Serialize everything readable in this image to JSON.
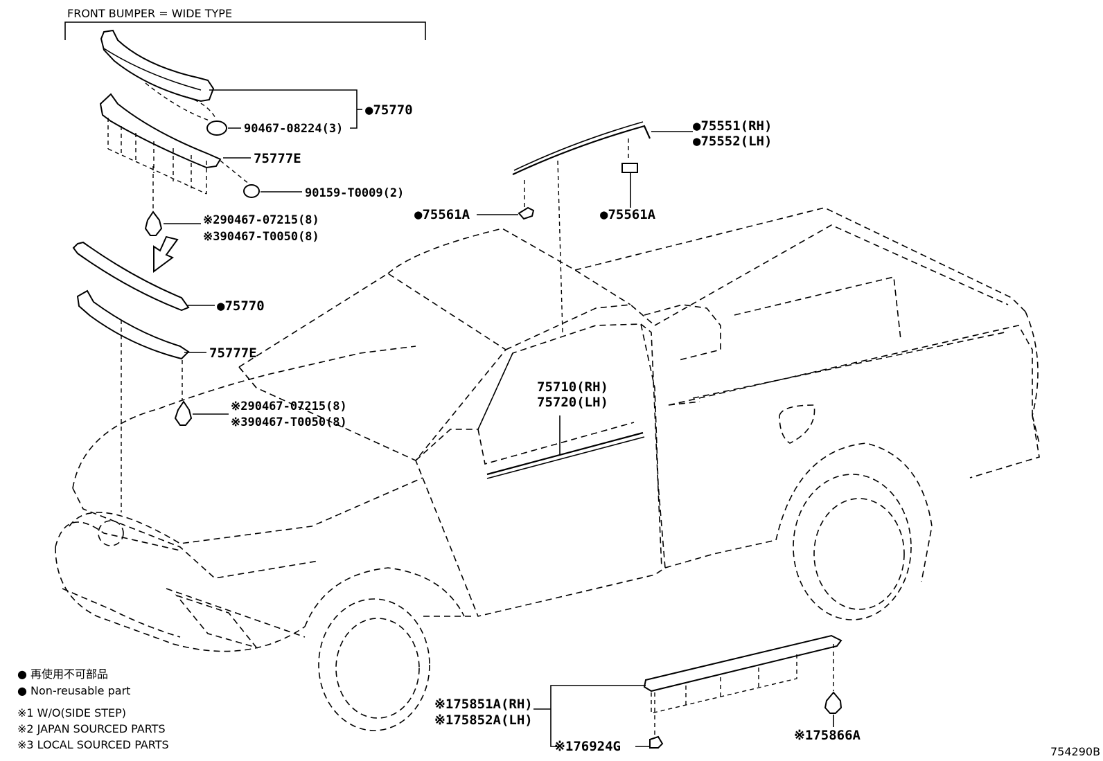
{
  "header": {
    "label": "FRONT BUMPER = WIDE TYPE"
  },
  "callouts": [
    {
      "id": "c1",
      "text": "●75770"
    },
    {
      "id": "c2",
      "text": "90467-08224(3)"
    },
    {
      "id": "c3",
      "text": "75777E"
    },
    {
      "id": "c4",
      "text": "90159-T0009(2)"
    },
    {
      "id": "c5",
      "text": "※290467-07215(8)"
    },
    {
      "id": "c6",
      "text": "※390467-T0050(8)"
    },
    {
      "id": "c7",
      "text": "●75770"
    },
    {
      "id": "c8",
      "text": "75777E"
    },
    {
      "id": "c9",
      "text": "※290467-07215(8)"
    },
    {
      "id": "c10",
      "text": "※390467-T0050(8)"
    },
    {
      "id": "c11",
      "text": "●75551(RH)"
    },
    {
      "id": "c12",
      "text": "●75552(LH)"
    },
    {
      "id": "c13",
      "text": "●75561A"
    },
    {
      "id": "c14",
      "text": "●75561A"
    },
    {
      "id": "c15",
      "text": "75710(RH)"
    },
    {
      "id": "c16",
      "text": "75720(LH)"
    },
    {
      "id": "c17",
      "text": "※175851A(RH)"
    },
    {
      "id": "c18",
      "text": "※175852A(LH)"
    },
    {
      "id": "c19",
      "text": "※176924G"
    },
    {
      "id": "c20",
      "text": "※175866A"
    }
  ],
  "legend": {
    "jp": "● 再使用不可部品",
    "en": "● Non-reusable part",
    "notes": [
      "※1 W/O(SIDE STEP)",
      "※2 JAPAN SOURCED PARTS",
      "※3 LOCAL SOURCED PARTS"
    ]
  },
  "reference": "754290B"
}
